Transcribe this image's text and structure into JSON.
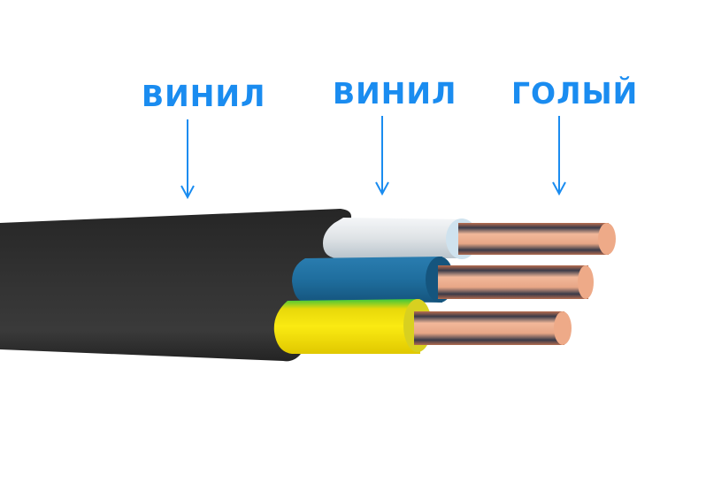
{
  "diagram": {
    "subject": "flat three-core cable cross-section",
    "labels": [
      {
        "text": "ВИНИЛ",
        "target": "outer-jacket"
      },
      {
        "text": "ВИНИЛ",
        "target": "core-insulation"
      },
      {
        "text": "ГОЛЫЙ",
        "target": "bare-conductor"
      }
    ],
    "colors": {
      "label": "#1a8cf0",
      "arrow": "#1a8cf0",
      "jacket": "#2c2c2c",
      "core_white": "#e6eaee",
      "core_blue": "#1f6e9e",
      "core_yellow": "#f6e20a",
      "core_green_stripe": "#3cc83c",
      "copper": "#e4a07e"
    }
  }
}
